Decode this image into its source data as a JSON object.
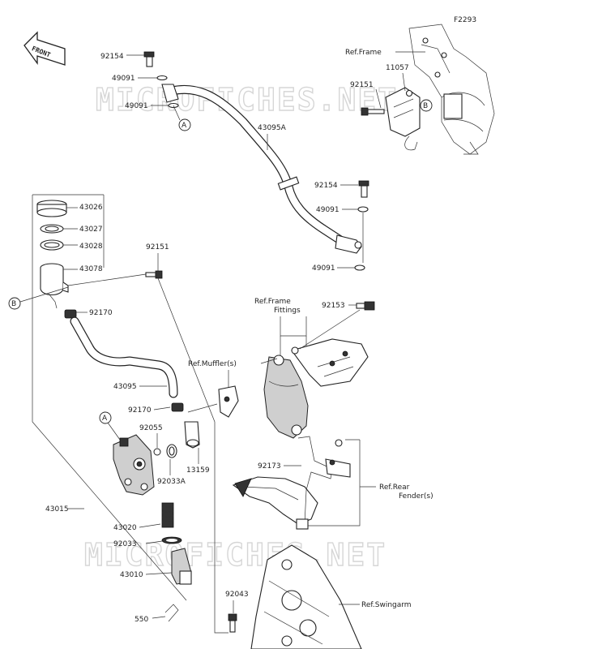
{
  "figure_code": "F2293",
  "watermark": "MICROFICHES.NET",
  "front_badge": "FRONT",
  "callout_circle_A": "A",
  "callout_circle_B": "B",
  "labels": {
    "p92154_top": "92154",
    "p49091_a": "49091",
    "p49091_b": "49091",
    "p43095A": "43095A",
    "p92154_mid": "92154",
    "p49091_c": "49091",
    "p49091_d": "49091",
    "ref_frame_top": "Ref.Frame",
    "p11057": "11057",
    "p92151_top": "92151",
    "p43026": "43026",
    "p43027": "43027",
    "p43028": "43028",
    "p43078": "43078",
    "p92151_left": "92151",
    "p92170_top": "92170",
    "p43095": "43095",
    "p92170_mid": "92170",
    "p92055": "92055",
    "p92033A": "92033A",
    "p13159": "13159",
    "p43015": "43015",
    "p43020": "43020",
    "p92033": "92033",
    "p43010": "43010",
    "p550": "550",
    "p92043": "92043",
    "ref_frame_fittings_1": "Ref.Frame",
    "ref_frame_fittings_2": "Fittings",
    "p92153": "92153",
    "ref_mufflers": "Ref.Muffler(s)",
    "p92173": "92173",
    "ref_rear_fender_1": "Ref.Rear",
    "ref_rear_fender_2": "Fender(s)",
    "ref_swingarm": "Ref.Swingarm"
  }
}
